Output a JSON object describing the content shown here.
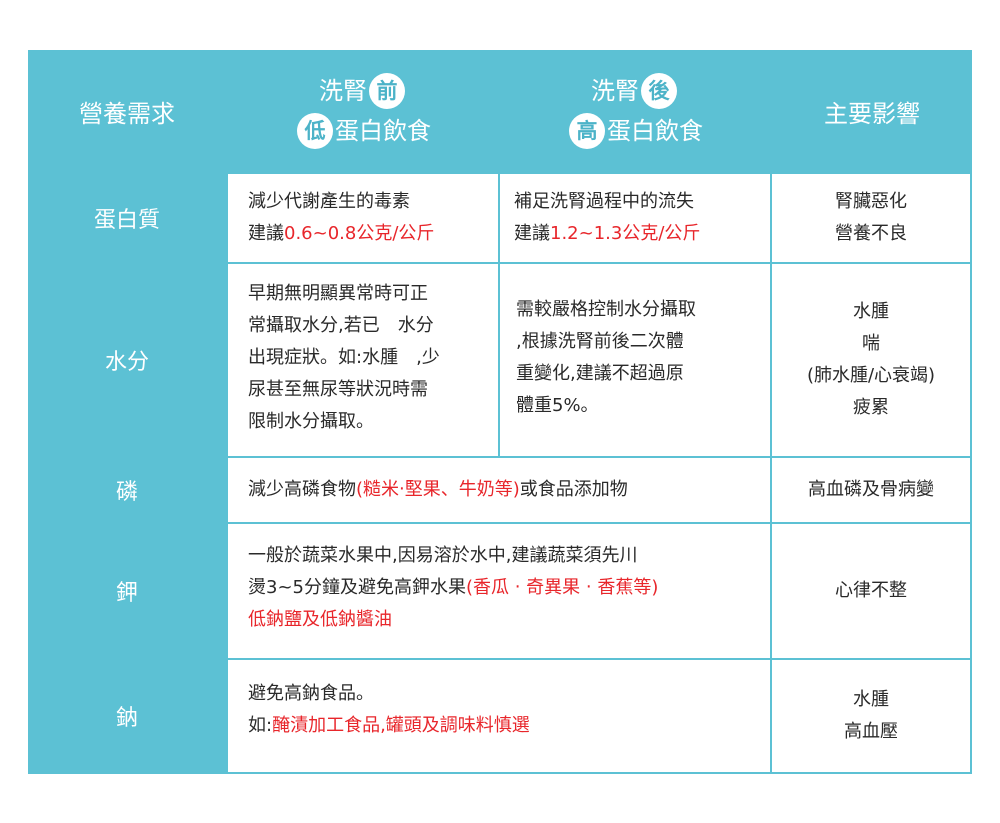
{
  "header": {
    "col1": "營養需求",
    "col2_a": "洗腎",
    "col2_a_badge": "前",
    "col2_b_badge": "低",
    "col2_b": "蛋白飲食",
    "col3_a": "洗腎",
    "col3_a_badge": "後",
    "col3_b_badge": "高",
    "col3_b": "蛋白飲食",
    "col4": "主要影響"
  },
  "rows": {
    "protein": {
      "label": "蛋白質",
      "before_l1": "減少代謝產生的毒素",
      "before_l2_a": "建議",
      "before_l2_b": "0.6~0.8公克/公斤",
      "after_l1": "補足洗腎過程中的流失",
      "after_l2_a": "建議",
      "after_l2_b": "1.2~1.3公克/公斤",
      "effect_l1": "腎臟惡化",
      "effect_l2": "營養不良"
    },
    "water": {
      "label": "水分",
      "before_l1": "早期無明顯異常時可正",
      "before_l2": "常攝取水分,若已　水分",
      "before_l3": "出現症狀。如:水腫　,少",
      "before_l4": "尿甚至無尿等狀況時需",
      "before_l5": "限制水分攝取。",
      "after_l1": "需較嚴格控制水分攝取",
      "after_l2": ",根據洗腎前後二次體",
      "after_l3": "重變化,建議不超過原",
      "after_l4": "體重5%。",
      "effect_l1": "水腫",
      "effect_l2": "喘",
      "effect_l3": "(肺水腫/心衰竭)",
      "effect_l4": "疲累"
    },
    "phosphorus": {
      "label": "磷",
      "text_a": "減少高磷食物",
      "text_b": "(糙米‧堅果、牛奶等)",
      "text_c": "或食品添加物",
      "effect": "高血磷及骨病變"
    },
    "potassium": {
      "label": "鉀",
      "l1": "一般於蔬菜水果中,因易溶於水中,建議蔬菜須先川",
      "l2_a": "燙3~5分鐘及避免高鉀水果",
      "l2_b": "(香瓜 ‧ 奇異果 ‧ 香蕉等)",
      "l3": "低鈉鹽及低鈉醬油",
      "effect": "心律不整"
    },
    "sodium": {
      "label": "鈉",
      "l1": "避免高鈉食品。",
      "l2_a": "如:",
      "l2_b": "醃漬加工食品,罐頭及調味料慎選",
      "effect_l1": "水腫",
      "effect_l2": "高血壓"
    }
  },
  "colors": {
    "header_bg": "#5cc1d4",
    "badge_text": "#4cb3c8",
    "highlight": "#e8262b"
  }
}
